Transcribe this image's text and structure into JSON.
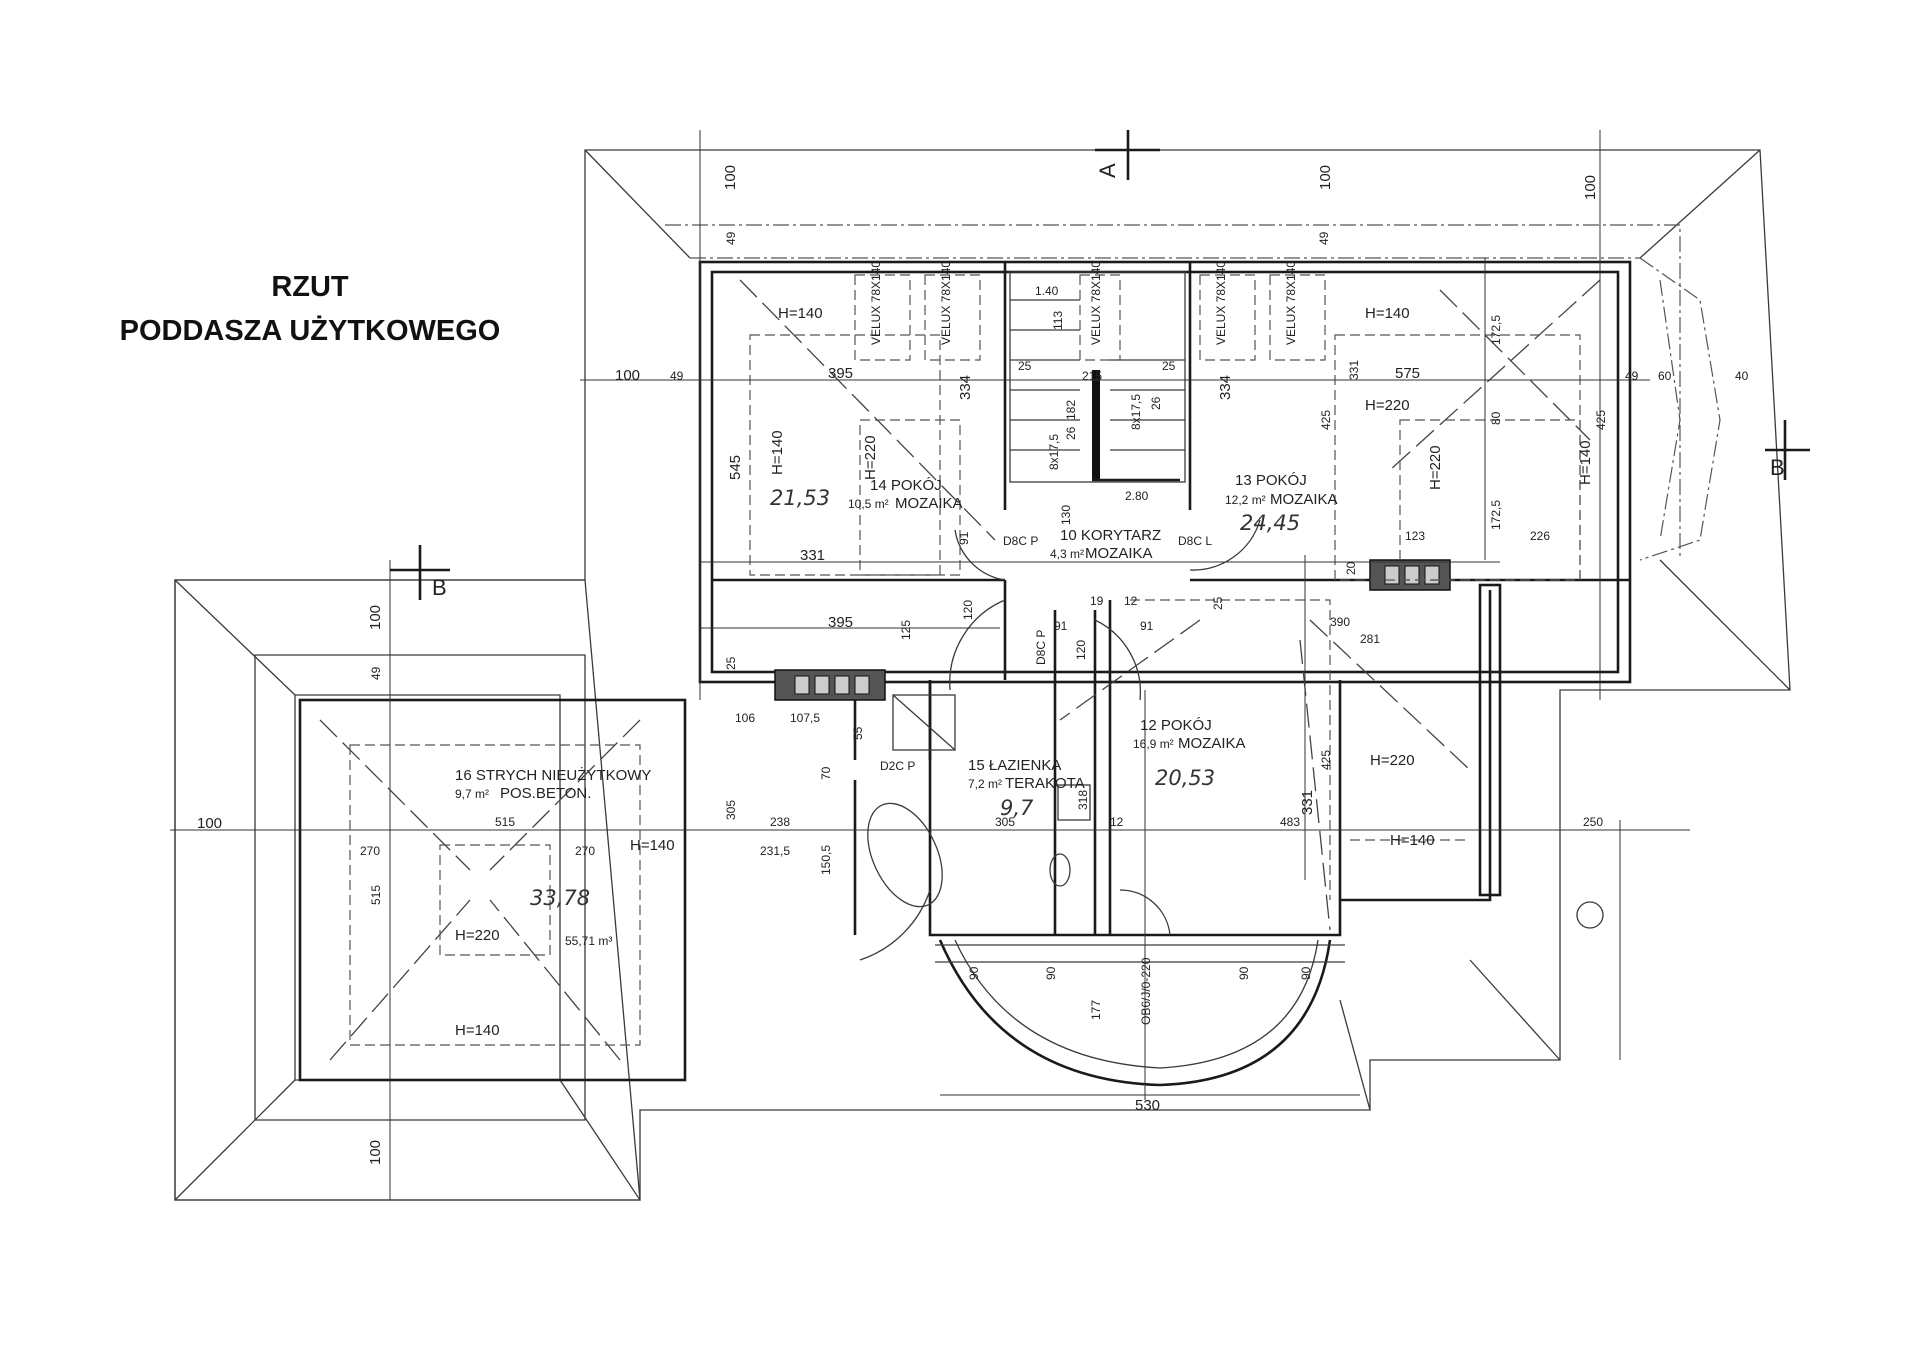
{
  "title": {
    "line1": "RZUT",
    "line2": "PODDASZA UŻYTKOWEGO"
  },
  "sections": {
    "a": "A",
    "b_left": "B",
    "b_right": "B"
  },
  "rooms": {
    "r14": {
      "label": "14 POKÓJ",
      "area": "10,5 m²",
      "finish": "MOZAIKA",
      "hand": "21,53"
    },
    "r13": {
      "label": "13 POKÓJ",
      "area": "12,2 m²",
      "finish": "MOZAIKA",
      "hand": "24,45"
    },
    "r12": {
      "label": "12 POKÓJ",
      "area": "16,9 m²",
      "finish": "MOZAIKA",
      "hand": "20,53"
    },
    "r10": {
      "label": "10 KORYTARZ",
      "area": "4,3 m²",
      "finish": "MOZAIKA"
    },
    "r15": {
      "label": "15 ŁAZIENKA",
      "area": "7,2 m²",
      "finish": "TERAKOTA",
      "hand": "9,7"
    },
    "r16": {
      "label": "16 STRYCH NIEUŻYTKOWY",
      "area": "9,7 m²",
      "finish": "POS.BETON.",
      "hand": "33,78",
      "hand2": "55,71 m³"
    }
  },
  "windows": [
    "VELUX 78X140",
    "VELUX 78X140",
    "VELUX 78X140",
    "VELUX 78X140",
    "VELUX 78X140"
  ],
  "heights": {
    "h140": "H=140",
    "h220": "H=220"
  },
  "stairs": {
    "s1": "8x17,5",
    "s2": "8x17,5",
    "s3": "26",
    "s4": "26",
    "s5": "1.40",
    "s6": "2.80"
  },
  "doors": {
    "d1": "D8C P",
    "d2": "D8C L",
    "d3": "D8C P",
    "d4": "D2C P",
    "d5": "OB6/J/0-220"
  },
  "dims": {
    "d100a": "100",
    "d100b": "100",
    "d100c": "100",
    "d100d": "100",
    "d100e": "100",
    "d100f": "100",
    "d100g": "100",
    "d49a": "49",
    "d49b": "49",
    "d49c": "49",
    "d49d": "49",
    "d49e": "49",
    "d395a": "395",
    "d395b": "395",
    "d334a": "334",
    "d334b": "334",
    "d545": "545",
    "d331a": "331",
    "d331b": "331",
    "d331c": "331",
    "d575": "575",
    "d425a": "425",
    "d425b": "425",
    "d425c": "425",
    "d172a": "172,5",
    "d172b": "172,5",
    "d226": "226",
    "d123": "123",
    "d60": "60",
    "d40": "40",
    "d80": "80",
    "d390": "390",
    "d281": "281",
    "d483": "483",
    "d250": "250",
    "d530": "530",
    "d177": "177",
    "d515a": "515",
    "d515b": "515",
    "d270a": "270",
    "d270b": "270",
    "d238": "238",
    "d231": "231,5",
    "d305a": "305",
    "d305b": "305",
    "d106": "106",
    "d107": "107,5",
    "d150": "150,5",
    "d120a": "120",
    "d120b": "120",
    "d91a": "91",
    "d91b": "91",
    "d91c": "91",
    "d25a": "25",
    "d25b": "25",
    "d25c": "25",
    "d25d": "25",
    "d12a": "12",
    "d12b": "12",
    "d215": "215",
    "d113": "113",
    "d182": "182",
    "d90a": "90",
    "d90b": "90",
    "d90c": "90",
    "d90d": "90",
    "d130": "130",
    "d19": "19",
    "d20": "20",
    "d125": "125",
    "d318": "318",
    "d55": "55",
    "d70": "70"
  }
}
